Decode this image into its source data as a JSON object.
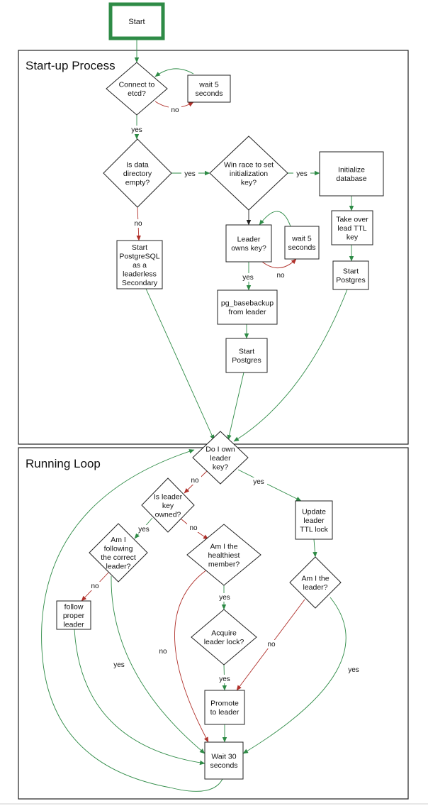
{
  "colors": {
    "green": "#2e8b46",
    "red": "#b0302a",
    "black": "#222222"
  },
  "sections": [
    {
      "id": "startup",
      "title": "Start-up Process"
    },
    {
      "id": "running",
      "title": "Running Loop"
    }
  ],
  "nodes": [
    {
      "id": "start",
      "shape": "start",
      "lines": [
        "Start"
      ]
    },
    {
      "id": "connect",
      "shape": "diamond",
      "lines": [
        "Connect to",
        "etcd?"
      ]
    },
    {
      "id": "wait5a",
      "shape": "rect",
      "lines": [
        "wait 5",
        "seconds"
      ]
    },
    {
      "id": "datadir",
      "shape": "diamond",
      "lines": [
        "Is data",
        "directory",
        "empty?"
      ]
    },
    {
      "id": "winrace",
      "shape": "diamond",
      "lines": [
        "Win race to set",
        "initialization",
        "key?"
      ]
    },
    {
      "id": "initdb",
      "shape": "rect",
      "lines": [
        "Initialize",
        "database"
      ]
    },
    {
      "id": "leaderowns",
      "shape": "rect",
      "lines": [
        "Leader",
        "owns key?"
      ]
    },
    {
      "id": "wait5b",
      "shape": "rect",
      "lines": [
        "wait 5",
        "seconds"
      ]
    },
    {
      "id": "takeover",
      "shape": "rect",
      "lines": [
        "Take over",
        "lead TTL",
        "key"
      ]
    },
    {
      "id": "startsecondary",
      "shape": "rect",
      "lines": [
        "Start",
        "PostgreSQL",
        "as a",
        "leaderless",
        "Secondary"
      ]
    },
    {
      "id": "basebackup",
      "shape": "rect",
      "lines": [
        "pg_basebackup",
        "from leader"
      ]
    },
    {
      "id": "startpg1",
      "shape": "rect",
      "lines": [
        "Start",
        "Postgres"
      ]
    },
    {
      "id": "startpg2",
      "shape": "rect",
      "lines": [
        "Start",
        "Postgres"
      ]
    },
    {
      "id": "ownkey",
      "shape": "diamond",
      "lines": [
        "Do I own",
        "leader",
        "key?"
      ]
    },
    {
      "id": "keyowned",
      "shape": "diamond",
      "lines": [
        "Is leader",
        "key",
        "owned?"
      ]
    },
    {
      "id": "updatettl",
      "shape": "rect",
      "lines": [
        "Update",
        "leader",
        "TTL lock"
      ]
    },
    {
      "id": "following",
      "shape": "diamond",
      "lines": [
        "Am I",
        "following",
        "the correct",
        "leader?"
      ]
    },
    {
      "id": "healthiest",
      "shape": "diamond",
      "lines": [
        "Am I the",
        "healthiest",
        "member?"
      ]
    },
    {
      "id": "amleader",
      "shape": "diamond",
      "lines": [
        "Am I the",
        "leader?"
      ]
    },
    {
      "id": "follow",
      "shape": "rect",
      "lines": [
        "follow",
        "proper",
        "leader"
      ]
    },
    {
      "id": "acquire",
      "shape": "diamond",
      "lines": [
        "Acquire",
        "leader lock?"
      ]
    },
    {
      "id": "promote",
      "shape": "rect",
      "lines": [
        "Promote",
        "to leader"
      ]
    },
    {
      "id": "wait30",
      "shape": "rect",
      "lines": [
        "Wait 30",
        "seconds"
      ]
    }
  ],
  "edges": [
    {
      "id": "start-connect",
      "color": "green",
      "label": ""
    },
    {
      "id": "connect-wait5a",
      "color": "red",
      "label": "no"
    },
    {
      "id": "wait5a-connect",
      "color": "green",
      "label": ""
    },
    {
      "id": "connect-datadir",
      "color": "green",
      "label": "yes"
    },
    {
      "id": "datadir-winrace",
      "color": "green",
      "label": "yes"
    },
    {
      "id": "winrace-initdb",
      "color": "green",
      "label": "yes"
    },
    {
      "id": "datadir-startsecondary",
      "color": "red",
      "label": "no"
    },
    {
      "id": "winrace-leaderowns",
      "color": "black",
      "label": ""
    },
    {
      "id": "leaderowns-wait5b",
      "color": "red",
      "label": "no"
    },
    {
      "id": "wait5b-leaderowns",
      "color": "green",
      "label": ""
    },
    {
      "id": "leaderowns-basebackup",
      "color": "green",
      "label": "yes"
    },
    {
      "id": "basebackup-startpg1",
      "color": "green",
      "label": ""
    },
    {
      "id": "initdb-takeover",
      "color": "green",
      "label": ""
    },
    {
      "id": "takeover-startpg2",
      "color": "green",
      "label": ""
    },
    {
      "id": "startsecondary-ownkey",
      "color": "green",
      "label": ""
    },
    {
      "id": "startpg1-ownkey",
      "color": "green",
      "label": ""
    },
    {
      "id": "startpg2-ownkey",
      "color": "green",
      "label": ""
    },
    {
      "id": "ownkey-keyowned",
      "color": "red",
      "label": "no"
    },
    {
      "id": "ownkey-updatettl",
      "color": "green",
      "label": "yes"
    },
    {
      "id": "keyowned-following",
      "color": "green",
      "label": "yes"
    },
    {
      "id": "keyowned-healthiest",
      "color": "red",
      "label": "no"
    },
    {
      "id": "following-follow",
      "color": "red",
      "label": "no"
    },
    {
      "id": "following-wait30",
      "color": "green",
      "label": "yes"
    },
    {
      "id": "healthiest-acquire",
      "color": "green",
      "label": "yes"
    },
    {
      "id": "healthiest-wait30",
      "color": "red",
      "label": "no"
    },
    {
      "id": "acquire-promote",
      "color": "green",
      "label": "yes"
    },
    {
      "id": "promote-wait30",
      "color": "green",
      "label": ""
    },
    {
      "id": "updatettl-amleader",
      "color": "green",
      "label": ""
    },
    {
      "id": "amleader-promote",
      "color": "red",
      "label": "no"
    },
    {
      "id": "amleader-wait30",
      "color": "green",
      "label": "yes"
    },
    {
      "id": "follow-wait30",
      "color": "green",
      "label": ""
    },
    {
      "id": "wait30-ownkey",
      "color": "green",
      "label": ""
    }
  ]
}
